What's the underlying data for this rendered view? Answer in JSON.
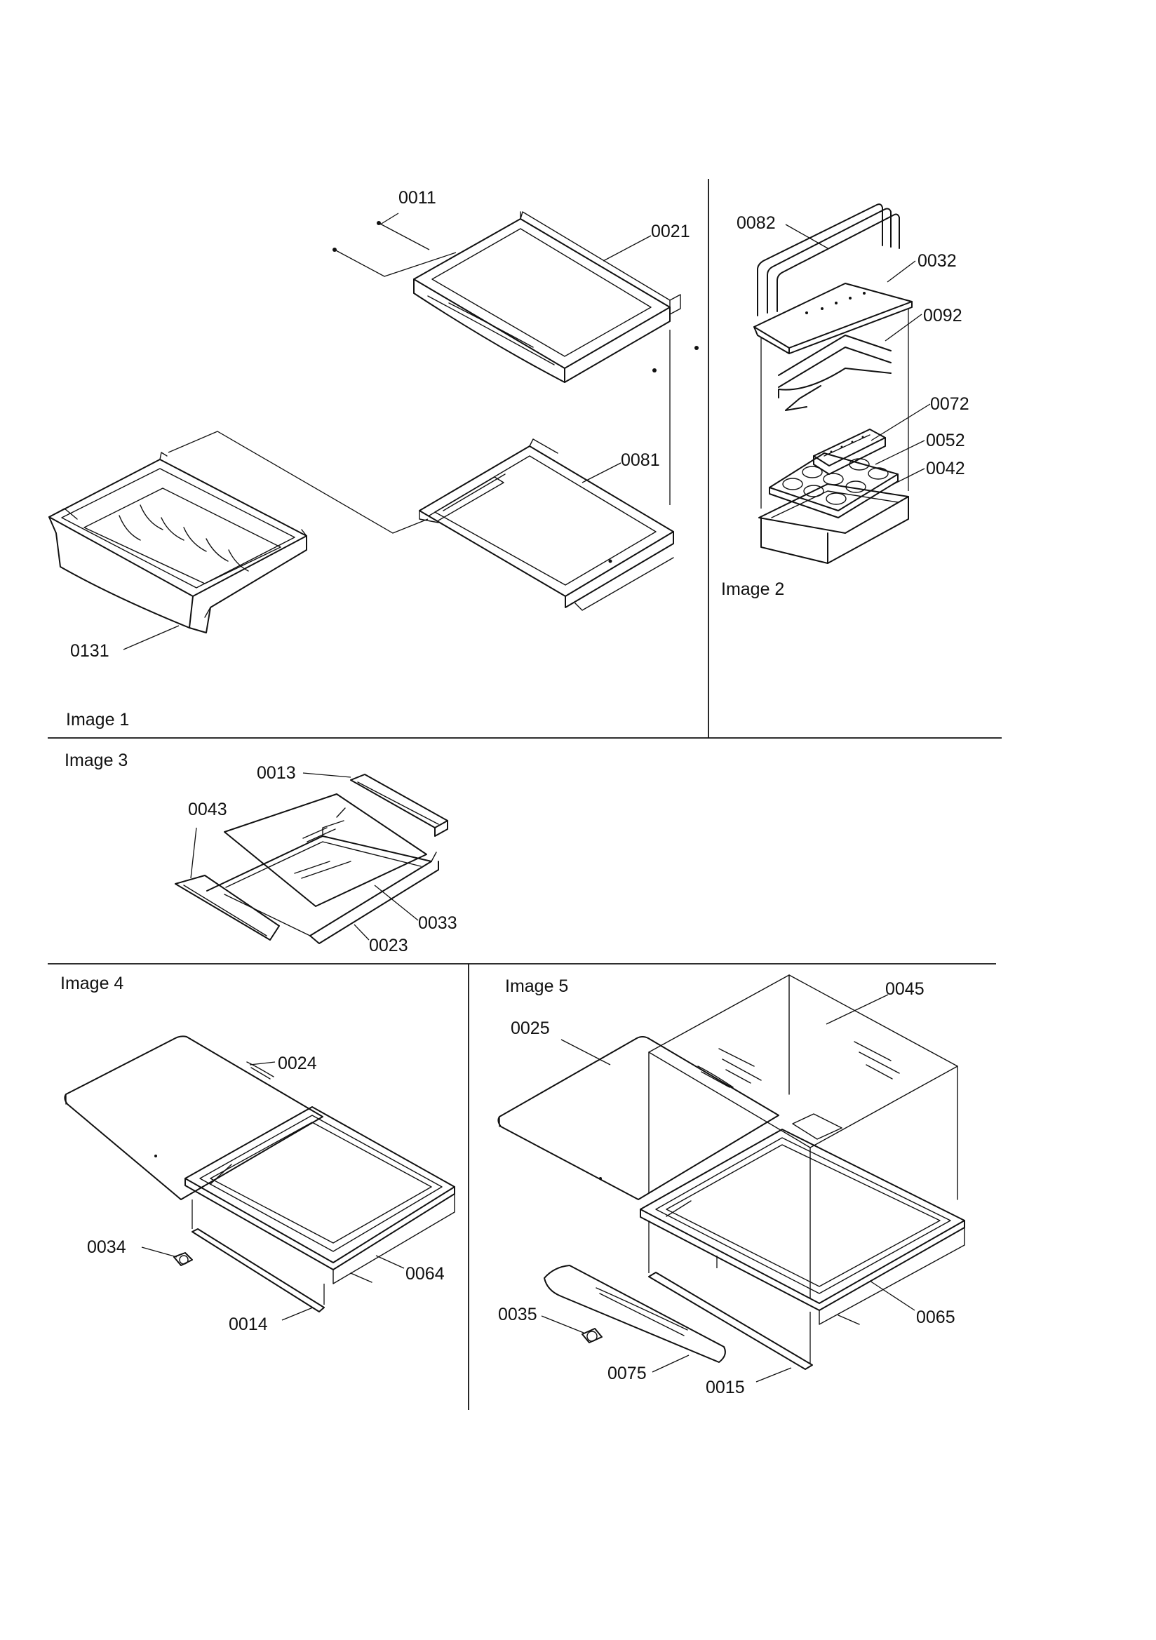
{
  "panels": {
    "image_1": "Image 1",
    "image_2": "Image 2",
    "image_3": "Image 3",
    "image_4": "Image 4",
    "image_5": "Image 5"
  },
  "parts": {
    "p0011": "0011",
    "p0021": "0021",
    "p0081": "0081",
    "p0131": "0131",
    "p0082": "0082",
    "p0032": "0032",
    "p0092": "0092",
    "p0072": "0072",
    "p0052": "0052",
    "p0042": "0042",
    "p0013": "0013",
    "p0043": "0043",
    "p0033": "0033",
    "p0023": "0023",
    "p0024": "0024",
    "p0034": "0034",
    "p0064": "0064",
    "p0014": "0014",
    "p0025": "0025",
    "p0045": "0045",
    "p0035": "0035",
    "p0065": "0065",
    "p0075": "0075",
    "p0015": "0015"
  },
  "colors": {
    "ink": "#111111",
    "paper": "#ffffff"
  }
}
